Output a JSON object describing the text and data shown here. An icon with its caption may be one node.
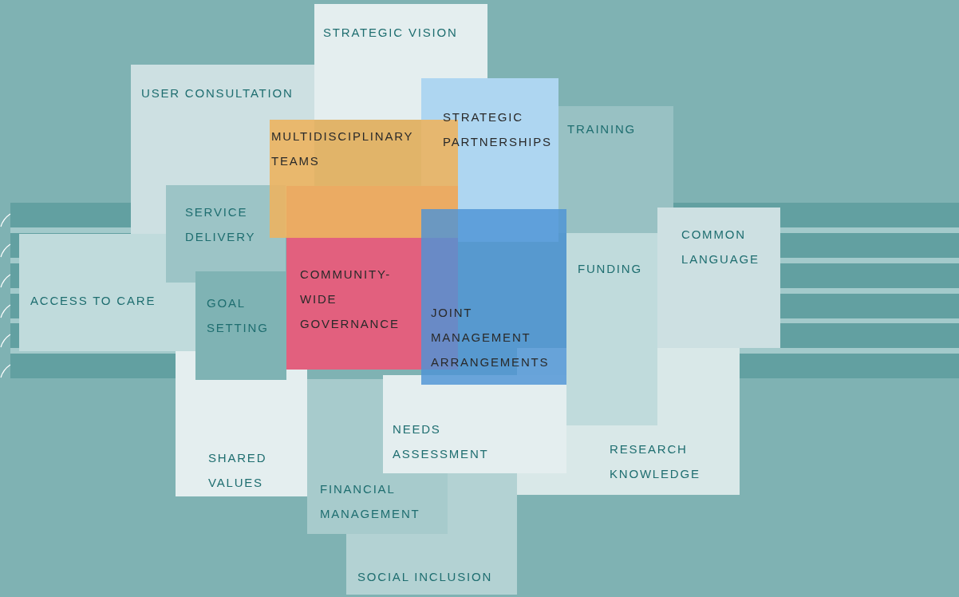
{
  "diagram": {
    "nodes": [
      {
        "text": [
          "STRATEGIC VISION"
        ]
      },
      {
        "text": [
          "USER CONSULTATION"
        ]
      },
      {
        "text": [
          "MULTIDISCIPLINARY TEAMS"
        ]
      },
      {
        "text": [
          "STRATEGIC PARTNERSHIPS"
        ]
      },
      {
        "text": [
          "TRAINING"
        ]
      },
      {
        "text": [
          "SERVICE DELIVERY"
        ]
      },
      {
        "text": [
          "COMMON LANGUAGE"
        ]
      },
      {
        "text": [
          "ACCESS TO CARE"
        ]
      },
      {
        "text": [
          "GOAL SETTING"
        ]
      },
      {
        "text": [
          "COMMUNITY-WIDE GOVERNANCE"
        ]
      },
      {
        "text": [
          "FUNDING"
        ]
      },
      {
        "text": [
          "JOINT MANAGEMENT ARRANGEMENTS"
        ]
      },
      {
        "text": [
          "NEEDS ASSESSMENT"
        ]
      },
      {
        "text": [
          "RESEARCH KNOWLEDGE"
        ]
      },
      {
        "text": [
          "SHARED VALUES"
        ]
      },
      {
        "text": [
          "FINANCIAL MANAGEMENT"
        ]
      },
      {
        "text": [
          "SOCIAL INCLUSION"
        ]
      }
    ]
  }
}
